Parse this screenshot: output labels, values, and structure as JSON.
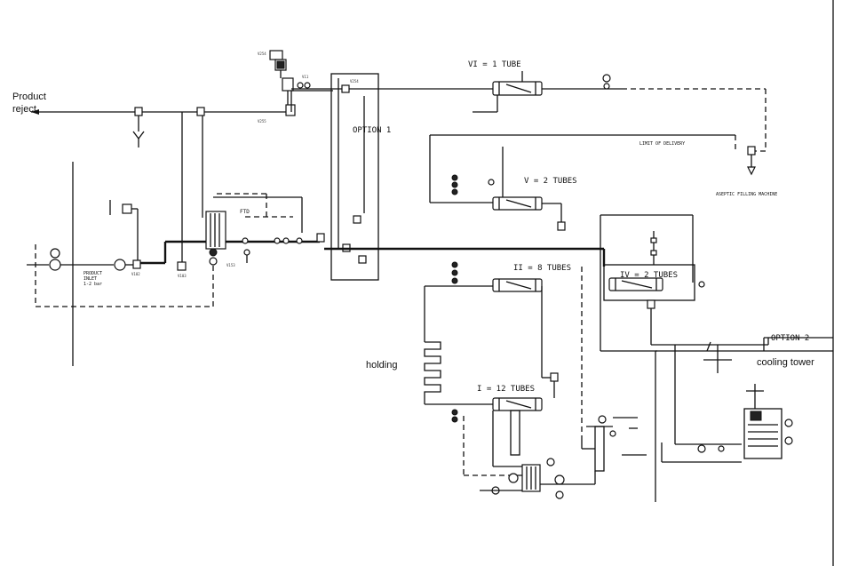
{
  "labels": {
    "product_reject": [
      "Product",
      "reject"
    ],
    "product_inlet": [
      "PRODUCT",
      "INLET",
      "1-2 bar"
    ],
    "option_1": "OPTION 1",
    "option_2": "OPTION 2",
    "ftd": "FTD",
    "vi_tube": "VI = 1 TUBE",
    "v_tubes": "V = 2 TUBES",
    "iv_tubes": "IV = 2 TUBES",
    "ii_tubes": "II = 8 TUBES",
    "i_tubes": "I = 12 TUBES",
    "holding": "holding",
    "cooling_tower": "cooling tower",
    "limit_of_delivery": "LIMIT OF DELIVERY",
    "aseptic_filling": "ASEPTIC FILLING MACHINE"
  },
  "tags": {
    "v_top_1": "V254",
    "v_top_2": "V255",
    "v_top_3": "V11",
    "v_reject": "V254",
    "v_inlet": "V102",
    "v_mid": "V103",
    "tag_option1": "V254",
    "tag_ftd": "V153"
  },
  "colors": {
    "line": "#111111",
    "background": "#ffffff"
  }
}
